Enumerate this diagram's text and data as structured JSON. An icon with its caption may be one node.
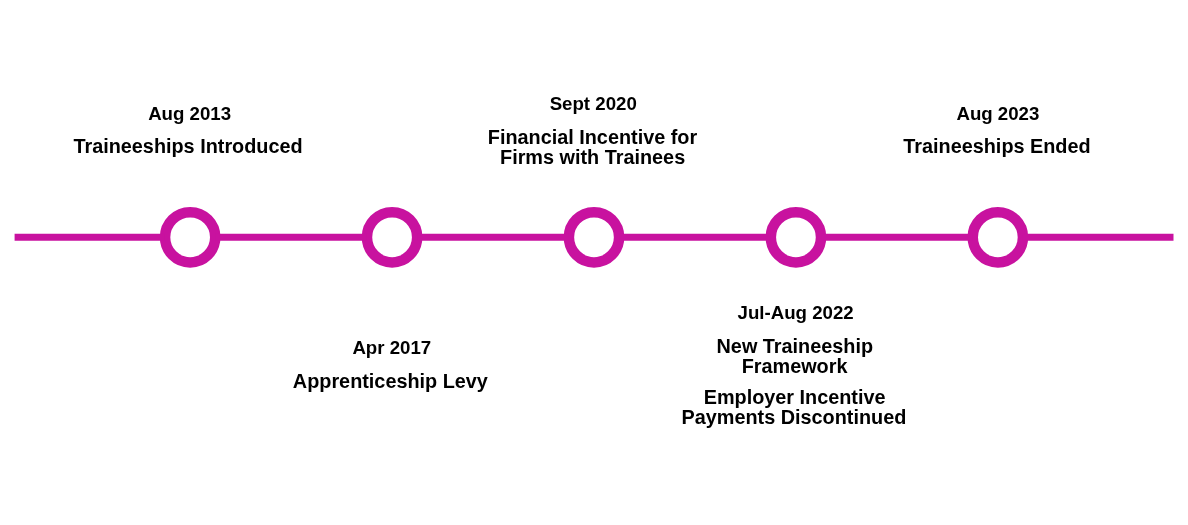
{
  "diagram": {
    "nodes": [
      {
        "text": [],
        "shape": "circle",
        "beside": [
          "Aug 2013",
          "Traineeships Introduced"
        ]
      },
      {
        "text": [],
        "shape": "circle",
        "beside": [
          "Apr 2017",
          "Apprenticeship Levy"
        ]
      },
      {
        "text": [],
        "shape": "circle",
        "beside": [
          "Sept 2020",
          "Financial Incentive for Firms with Trainees"
        ]
      },
      {
        "text": [],
        "shape": "circle",
        "beside": [
          "Jul-Aug 2022",
          "New Traineeship Framework",
          "Employer Incentive Payments Discontinued"
        ]
      },
      {
        "text": [],
        "shape": "circle",
        "beside": [
          "Aug 2023",
          "Traineeships Ended"
        ]
      }
    ],
    "edges": [
      {
        "from": null,
        "to": 0,
        "arrow": "none"
      },
      {
        "from": 0,
        "to": 1,
        "arrow": "none"
      },
      {
        "from": 1,
        "to": 2,
        "arrow": "none"
      },
      {
        "from": 2,
        "to": 3,
        "arrow": "none"
      },
      {
        "from": 3,
        "to": 4,
        "arrow": "none"
      },
      {
        "from": 4,
        "to": null,
        "arrow": "none"
      }
    ]
  }
}
